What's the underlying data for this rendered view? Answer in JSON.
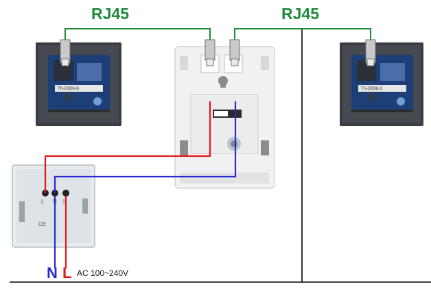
{
  "diagram": {
    "labels": {
      "rj45_left": "RJ45",
      "rj45_right": "RJ45",
      "neutral": "N",
      "live": "L",
      "ac_rating": "AC 100~240V"
    },
    "socket_terminals": {
      "terminal_1": "L",
      "terminal_2": "N",
      "terminal_3": "L"
    },
    "socket_marks": {
      "ce": "CE"
    },
    "colors": {
      "network_wire": "#1e8a3a",
      "live_wire": "#e01818",
      "neutral_wire": "#2a2ad0",
      "panel_dark": "#3a3d44",
      "pcb": "#1c3f78",
      "router_body": "#f1f1f1",
      "socket_face": "#e6ecef"
    }
  }
}
